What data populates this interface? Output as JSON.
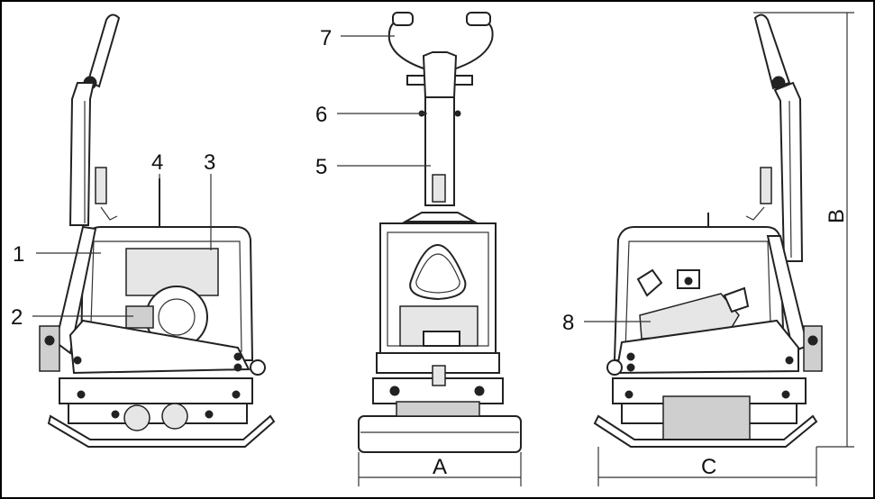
{
  "callouts": [
    "1",
    "2",
    "3",
    "4",
    "5",
    "6",
    "7",
    "8"
  ],
  "dimensions": {
    "a": "A",
    "b": "B",
    "c": "C"
  },
  "colors": {
    "line": "#222222",
    "background": "#ffffff",
    "frame": "#000000"
  }
}
